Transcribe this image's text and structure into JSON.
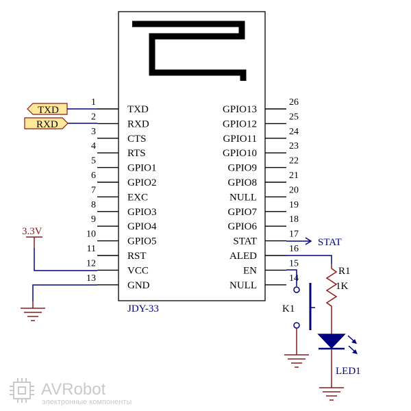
{
  "module_name": "JDY-33",
  "left_pins": [
    {
      "num": "1",
      "label": "TXD"
    },
    {
      "num": "2",
      "label": "RXD"
    },
    {
      "num": "3",
      "label": "CTS"
    },
    {
      "num": "4",
      "label": "RTS"
    },
    {
      "num": "5",
      "label": "GPIO1"
    },
    {
      "num": "6",
      "label": "GPIO2"
    },
    {
      "num": "7",
      "label": "EXC"
    },
    {
      "num": "8",
      "label": "GPIO3"
    },
    {
      "num": "9",
      "label": "GPIO4"
    },
    {
      "num": "10",
      "label": "GPIO5"
    },
    {
      "num": "11",
      "label": "RST"
    },
    {
      "num": "12",
      "label": "VCC"
    },
    {
      "num": "13",
      "label": "GND"
    }
  ],
  "right_pins": [
    {
      "num": "26",
      "label": "GPIO13"
    },
    {
      "num": "25",
      "label": "GPIO12"
    },
    {
      "num": "24",
      "label": "GPIO11"
    },
    {
      "num": "23",
      "label": "GPIO10"
    },
    {
      "num": "22",
      "label": "GPIO9"
    },
    {
      "num": "21",
      "label": "GPIO8"
    },
    {
      "num": "20",
      "label": "NULL"
    },
    {
      "num": "19",
      "label": "GPIO7"
    },
    {
      "num": "18",
      "label": "GPIO6"
    },
    {
      "num": "17",
      "label": "STAT"
    },
    {
      "num": "16",
      "label": "ALED"
    },
    {
      "num": "15",
      "label": "EN"
    },
    {
      "num": "14",
      "label": "NULL"
    }
  ],
  "port_txd": "TXD",
  "port_rxd": "RXD",
  "power_label": "3.3V",
  "stat_net": "STAT",
  "resistor_ref": "R1",
  "resistor_value": "1K",
  "switch_ref": "K1",
  "led_ref": "LED1",
  "logo_title": "AVRobot",
  "logo_subtitle": "электронные компоненты",
  "colors": {
    "wire": "#000080",
    "part": "#8b1a1a",
    "body": "#000000",
    "port_fill": "#ffe89a",
    "logo": "#c9c9c9"
  }
}
